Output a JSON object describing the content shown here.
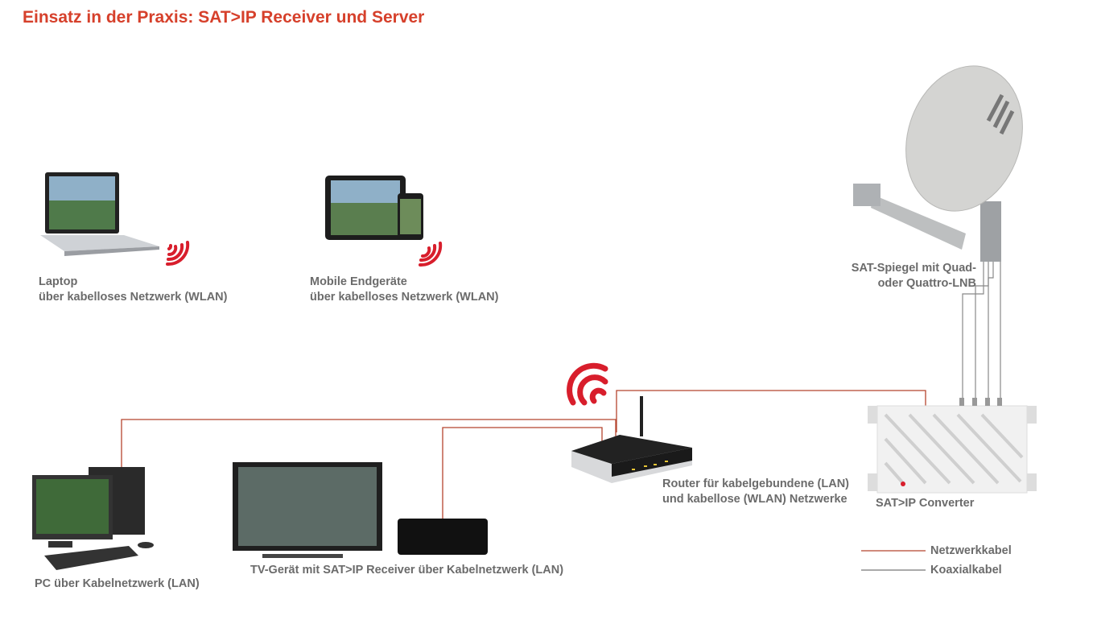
{
  "title": "Einsatz in der Praxis: SAT>IP Receiver und Server",
  "devices": {
    "laptop": {
      "line1": "Laptop",
      "line2": "über kabelloses Netzwerk (WLAN)"
    },
    "mobile": {
      "line1": "Mobile Endgeräte",
      "line2": "über kabelloses Netzwerk (WLAN)"
    },
    "dish": {
      "line1": "SAT-Spiegel mit Quad-",
      "line2": "oder Quattro-LNB"
    },
    "router": {
      "line1": "Router für kabelgebundene (LAN)",
      "line2": "und kabellose (WLAN) Netzwerke"
    },
    "converter": {
      "label": "SAT>IP Converter"
    },
    "pc": {
      "label": "PC über Kabelnetzwerk (LAN)"
    },
    "tv": {
      "label": "TV-Gerät mit SAT>IP Receiver über Kabelnetzwerk (LAN)"
    }
  },
  "legend": {
    "network": "Netzwerkkabel",
    "coax": "Koaxialkabel"
  },
  "colors": {
    "title": "#d6402b",
    "network_cable": "#b5442e",
    "coax_cable": "#777777",
    "wifi": "#d81e2c"
  }
}
